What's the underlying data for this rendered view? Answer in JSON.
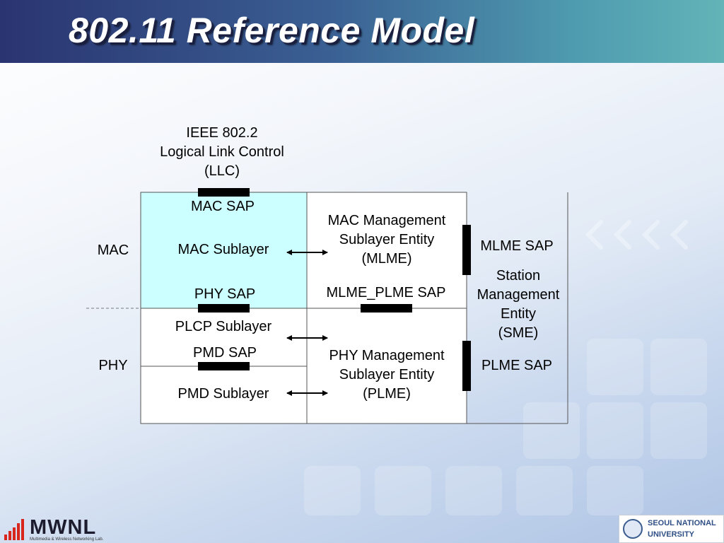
{
  "slide": {
    "title": "802.11 Reference Model"
  },
  "diagram": {
    "llc_label_1": "IEEE 802.2",
    "llc_label_2": "Logical Link Control",
    "llc_label_3": "(LLC)",
    "mac_sap": "MAC SAP",
    "mac_sublayer": "MAC Sublayer",
    "phy_sap": "PHY SAP",
    "plcp_sublayer": "PLCP Sublayer",
    "pmd_sap": "PMD SAP",
    "pmd_sublayer": "PMD Sublayer",
    "mlme_1": "MAC Management",
    "mlme_2": "Sublayer Entity",
    "mlme_3": "(MLME)",
    "mlme_plme_sap": "MLME_PLME SAP",
    "plme_1": "PHY Management",
    "plme_2": "Sublayer Entity",
    "plme_3": "(PLME)",
    "mlme_sap": "MLME SAP",
    "sme_1": "Station",
    "sme_2": "Management",
    "sme_3": "Entity",
    "sme_4": "(SME)",
    "plme_sap": "PLME SAP",
    "mac_side": "MAC",
    "phy_side": "PHY",
    "colors": {
      "mac_fill": "#ccffff",
      "box_fill": "#ffffff",
      "border": "#555555",
      "sap_bar": "#000000"
    }
  },
  "footer": {
    "lab_logo": "MWNL",
    "lab_name": "Multimedia & Wireless Networking Lab.",
    "univ_line1": "SEOUL NATIONAL",
    "univ_line2": "UNIVERSITY"
  }
}
